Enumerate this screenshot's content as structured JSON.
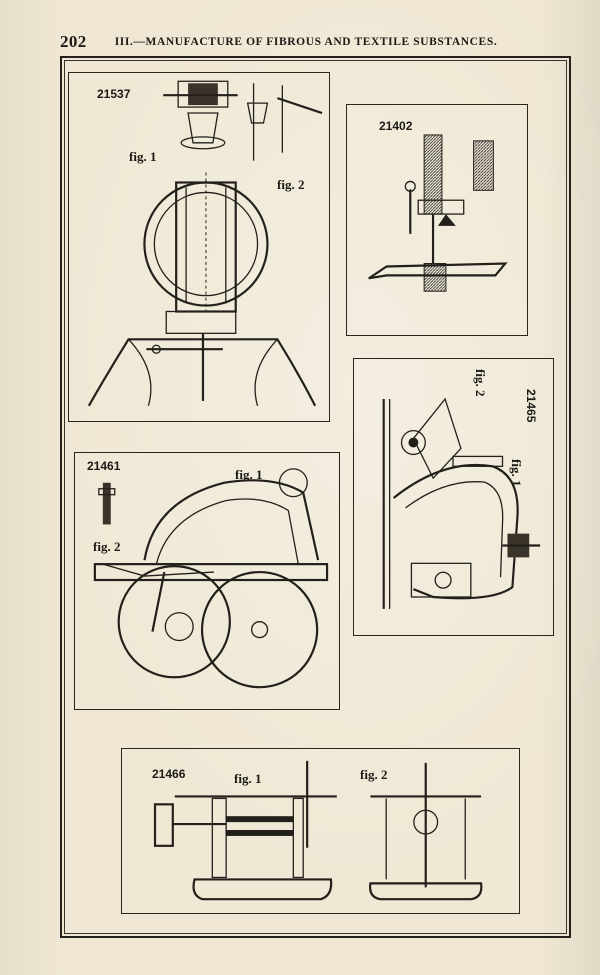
{
  "header": {
    "page_number": "202",
    "running_title": "III.—MANUFACTURE OF FIBROUS AND TEXTILE SUBSTANCES."
  },
  "panels": {
    "p21537": {
      "number": "21537",
      "fig1": "fig. 1",
      "fig2": "fig. 2"
    },
    "p21402": {
      "number": "21402"
    },
    "p21465": {
      "number": "21465",
      "fig1": "fig. 1",
      "fig2": "fig. 2"
    },
    "p21461": {
      "number": "21461",
      "fig1": "fig. 1",
      "fig2": "fig. 2"
    },
    "p21466": {
      "number": "21466",
      "fig1": "fig. 1",
      "fig2": "fig. 2"
    }
  }
}
